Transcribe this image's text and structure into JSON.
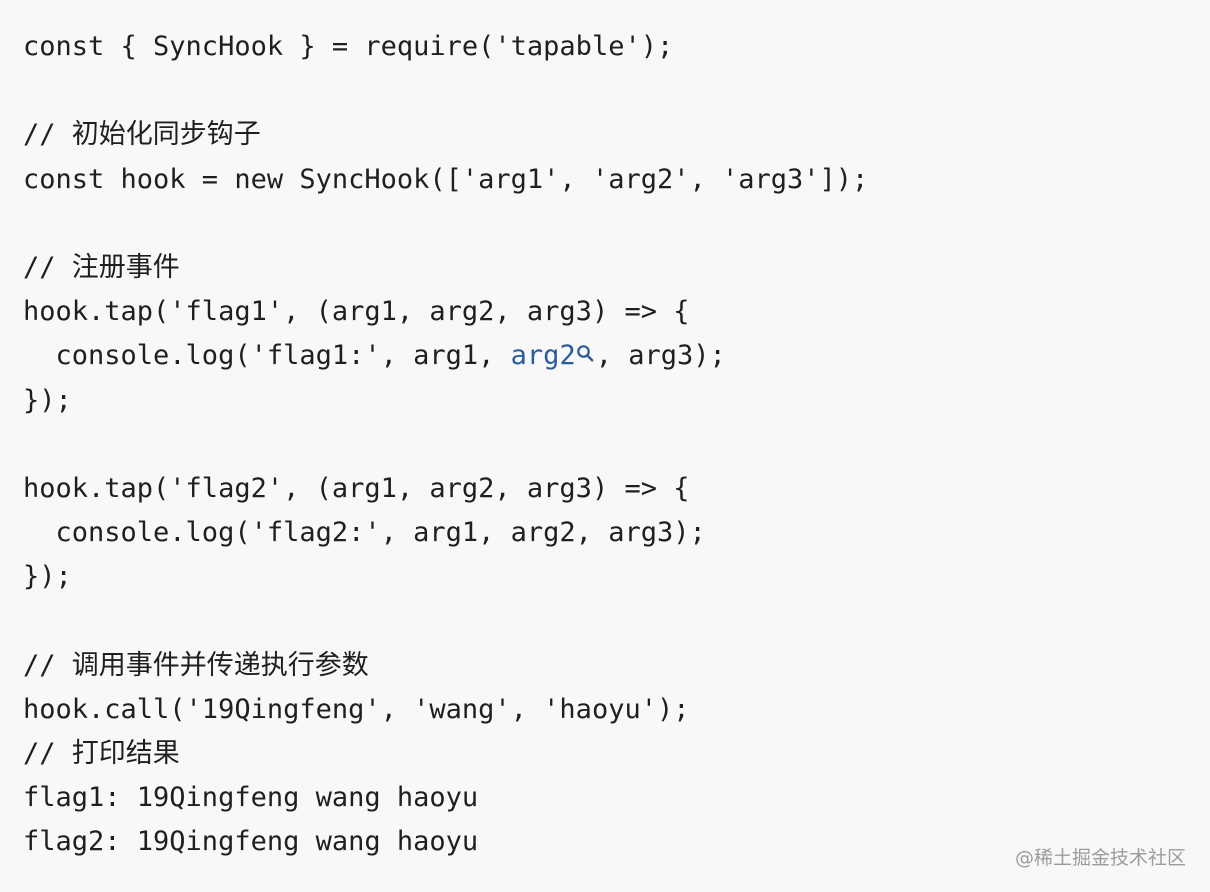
{
  "code": {
    "lines": [
      "const { SyncHook } = require('tapable');",
      "",
      "// 初始化同步钩子",
      "const hook = new SyncHook(['arg1', 'arg2', 'arg3']);",
      "",
      "// 注册事件",
      "hook.tap('flag1', (arg1, arg2, arg3) => {",
      {
        "before": "  console.log('flag1:', arg1, ",
        "link": "arg2",
        "after": ", arg3);"
      },
      "});",
      "",
      "hook.tap('flag2', (arg1, arg2, arg3) => {",
      "  console.log('flag2:', arg1, arg2, arg3);",
      "});",
      "",
      "// 调用事件并传递执行参数",
      "hook.call('19Qingfeng', 'wang', 'haoyu');",
      "// 打印结果",
      "flag1: 19Qingfeng wang haoyu",
      "flag2: 19Qingfeng wang haoyu"
    ]
  },
  "watermark": "@稀土掘金技术社区",
  "colors": {
    "background": "#f8f8f8",
    "text": "#1f1f1f",
    "link": "#2a5b9e",
    "watermark": "#9c9c9c"
  },
  "icons": {
    "inline_link_icon": "search-icon"
  }
}
